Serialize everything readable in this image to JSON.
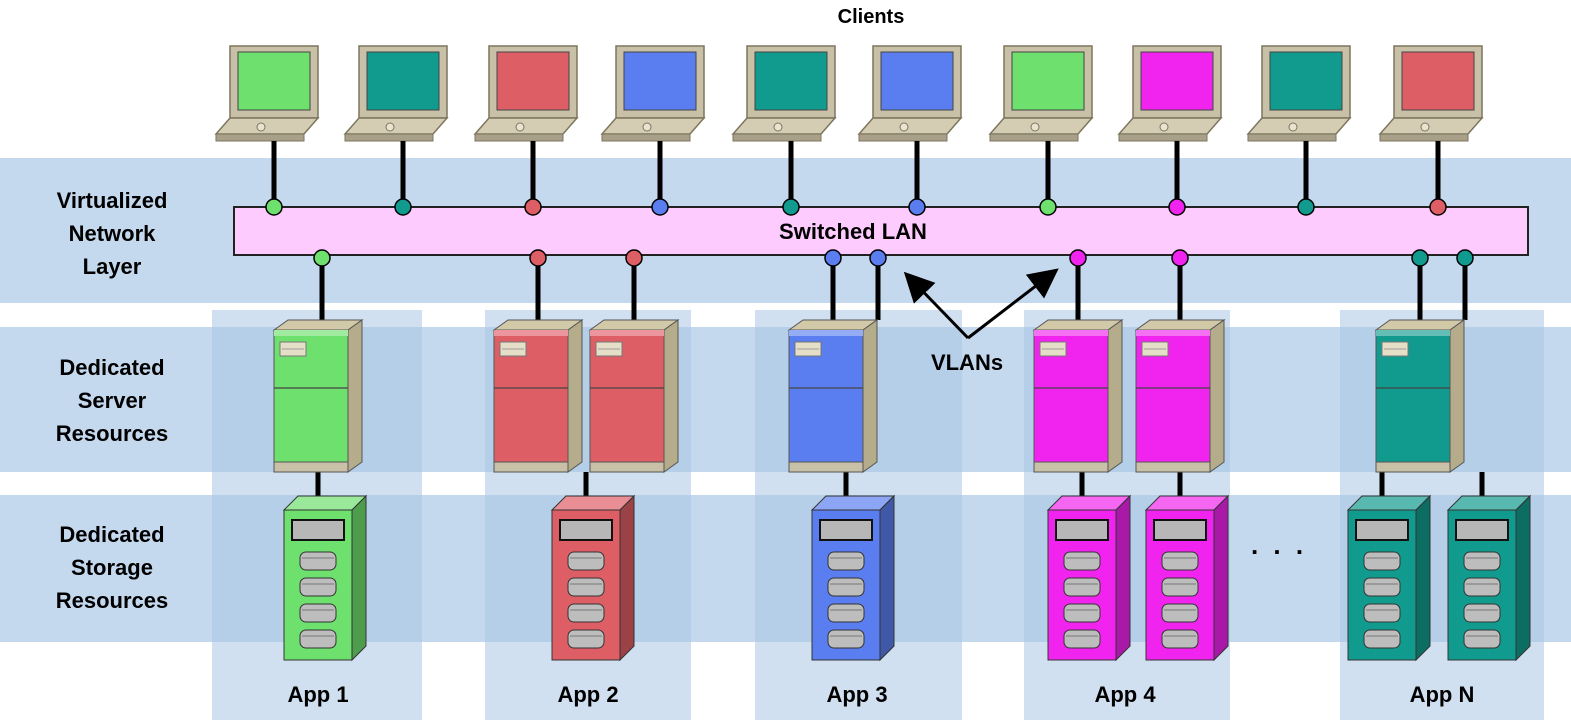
{
  "title": "Clients",
  "row_labels": {
    "network": [
      "Virtualized",
      "Network",
      "Layer"
    ],
    "server": [
      "Dedicated",
      "Server",
      "Resources"
    ],
    "storage": [
      "Dedicated",
      "Storage",
      "Resources"
    ]
  },
  "lan_label": "Switched LAN",
  "vlans_label": "VLANs",
  "ellipsis": ". . .",
  "colors": {
    "green": "#6ee06e",
    "teal": "#119b8e",
    "red": "#de5e66",
    "blue": "#5a7ef0",
    "magenta": "#f024ee",
    "band": "#c5d9ee",
    "column": "#a9c6e3",
    "lan": "#fdcbfd"
  },
  "clients": [
    "green",
    "teal",
    "red",
    "blue",
    "teal",
    "blue",
    "green",
    "magenta",
    "teal",
    "red"
  ],
  "apps": [
    {
      "label": "App 1",
      "servers": [
        "green"
      ],
      "storage": [
        "green"
      ]
    },
    {
      "label": "App 2",
      "servers": [
        "red",
        "red"
      ],
      "storage": [
        "red"
      ]
    },
    {
      "label": "App 3",
      "servers": [
        "blue"
      ],
      "storage": [
        "blue"
      ]
    },
    {
      "label": "App 4",
      "servers": [
        "magenta",
        "magenta"
      ],
      "storage": [
        "magenta",
        "magenta"
      ]
    },
    {
      "label": "App N",
      "servers": [
        "teal"
      ],
      "storage": [
        "teal",
        "teal"
      ]
    }
  ]
}
